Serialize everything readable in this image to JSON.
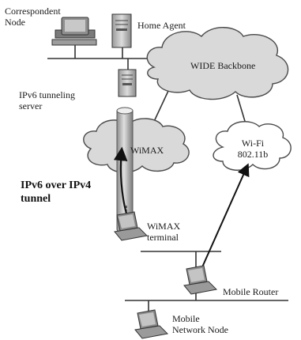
{
  "labels": {
    "correspondent_node": "Correspondent\nNode",
    "home_agent": "Home Agent",
    "wide_backbone": "WIDE Backbone",
    "tunneling_server": "IPv6 tunneling\nserver",
    "wimax": "WiMAX",
    "wifi": "Wi-Fi\n802.11b",
    "ipv6_over_ipv4": "IPv6 over IPv4\ntunnel",
    "wimax_terminal": "WiMAX\nterminal",
    "mobile_router": "Mobile Router",
    "mobile_network_node": "Mobile\nNetwork Node"
  },
  "colors": {
    "cloud_fill": "#d9d9d9",
    "cloud_stroke": "#4a4a4a",
    "line": "#333333",
    "tunnel_fill": "#b8b8b8",
    "arrow": "#111111"
  },
  "icons": {
    "correspondent_node": "desktop-computer-icon",
    "home_agent": "server-tower-icon",
    "tunneling_server": "server-tower-icon",
    "wimax_terminal": "laptop-icon",
    "mobile_router": "laptop-icon",
    "mobile_network_node": "laptop-icon"
  }
}
